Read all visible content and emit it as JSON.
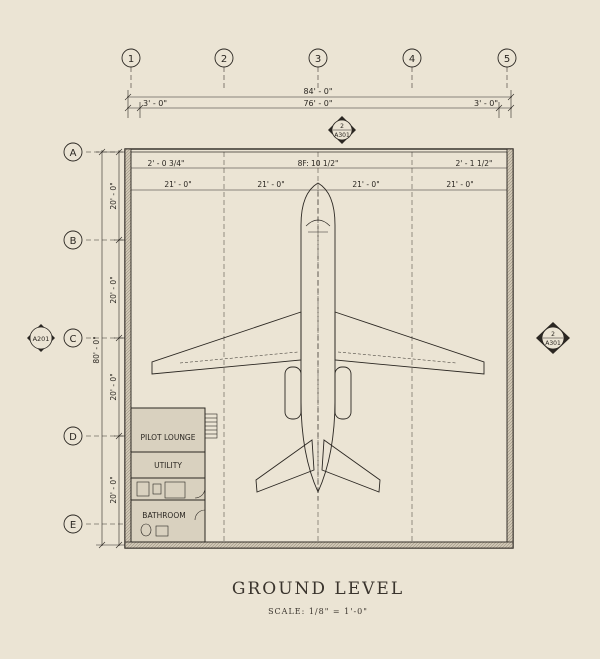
{
  "grid": {
    "columns": [
      "1",
      "2",
      "3",
      "4",
      "5"
    ],
    "rows": [
      "A",
      "B",
      "C",
      "D",
      "E"
    ]
  },
  "dimensions": {
    "overall": "84' - 0\"",
    "inner": "76' - 0\"",
    "left_offset": "3' - 0\"",
    "right_offset": "3' - 0\"",
    "door_left": "2' - 0 3/4\"",
    "door_center": "8F: 10 1/2\"",
    "door_right": "2' - 1 1/2\"",
    "bays": [
      "21' - 0\"",
      "21' - 0\"",
      "21' - 0\"",
      "21' - 0\""
    ],
    "vertical_overall": "80' - 0\"",
    "vertical_bays": [
      "20' - 0\"",
      "20' - 0\"",
      "20' - 0\"",
      "20' - 0\""
    ]
  },
  "section_markers": {
    "top": {
      "num": "2",
      "sheet": "A301"
    },
    "left": {
      "sheet": "A201"
    },
    "right": {
      "num": "2",
      "sheet": "A301"
    }
  },
  "rooms": [
    "PILOT LOUNGE",
    "UTILITY",
    "BATHROOM"
  ],
  "title": "GROUND LEVEL",
  "scale": "SCALE: 1/8\" = 1'-0\""
}
